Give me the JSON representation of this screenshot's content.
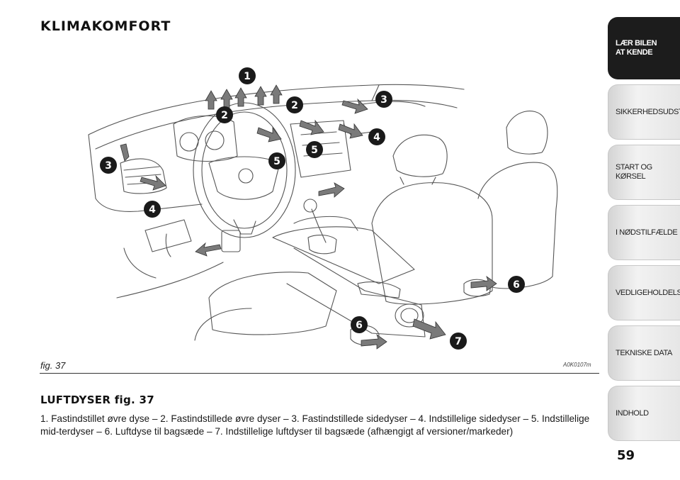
{
  "page_title": "KLIMAKOMFORT",
  "figure": {
    "label": "fig. 37",
    "code": "A0K0107m",
    "callouts": [
      "1",
      "2",
      "2",
      "3",
      "3",
      "4",
      "4",
      "5",
      "5",
      "6",
      "6",
      "7"
    ]
  },
  "section": {
    "heading": "LUFTDYSER fig. 37",
    "text": "1. Fastindstillet øvre dyse – 2. Fastindstillede øvre dyser – 3. Fastindstillede sidedyser – 4. Indstillelige sidedyser – 5. Indstillelige mid-terdyser – 6. Luftdyse til bagsæde – 7. Indstillelige luftdyser til bagsæde (afhængigt af versioner/markeder)"
  },
  "page_number": "59",
  "tabs": [
    {
      "label": "LÆR BILEN\nAT KENDE",
      "active": true
    },
    {
      "label": "SIKKERHEDSUDSTYR",
      "active": false
    },
    {
      "label": "START OG KØRSEL",
      "active": false
    },
    {
      "label": "I NØDSTILFÆLDE",
      "active": false
    },
    {
      "label": "VEDLIGEHOLDELSE",
      "active": false
    },
    {
      "label": "TEKNISKE DATA",
      "active": false
    },
    {
      "label": "INDHOLD",
      "active": false
    }
  ],
  "colors": {
    "tab_active": "#1c1c1c",
    "tab_inactive": "#e6e6e6",
    "callout": "#1a1a1a"
  }
}
